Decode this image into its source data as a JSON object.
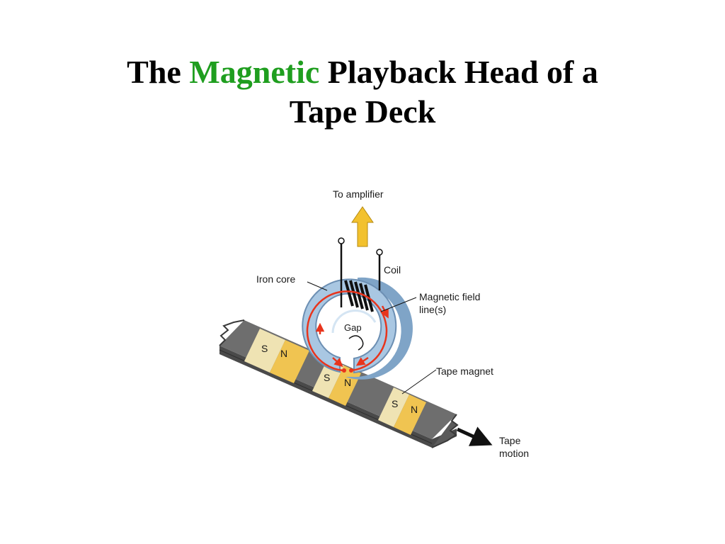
{
  "slide": {
    "title_part1": "The ",
    "title_accent": "Magnetic",
    "title_part2": " Playback Head of a",
    "title_line2": "Tape Deck",
    "accent_color": "#1f9e1f"
  },
  "diagram": {
    "labels": {
      "to_amplifier": "To amplifier",
      "coil": "Coil",
      "iron_core": "Iron core",
      "magnetic_field_line1": "Magnetic field",
      "magnetic_field_line2": "line(s)",
      "gap": "Gap",
      "tape_magnet": "Tape magnet",
      "tape_motion_line1": "Tape",
      "tape_motion_line2": "motion"
    },
    "tape_magnets": [
      {
        "south": "S",
        "north": "N"
      },
      {
        "south": "S",
        "north": "N"
      },
      {
        "south": "S",
        "north": "N"
      }
    ],
    "colors": {
      "tape_dark": "#6e6e6e",
      "tape_side": "#4a4a4a",
      "magnet_s": "#efe3b3",
      "magnet_n": "#f0c451",
      "iron_core": "#a9c7e2",
      "field_lines": "#e8341c",
      "arrow_up": "#f2c12e"
    }
  }
}
